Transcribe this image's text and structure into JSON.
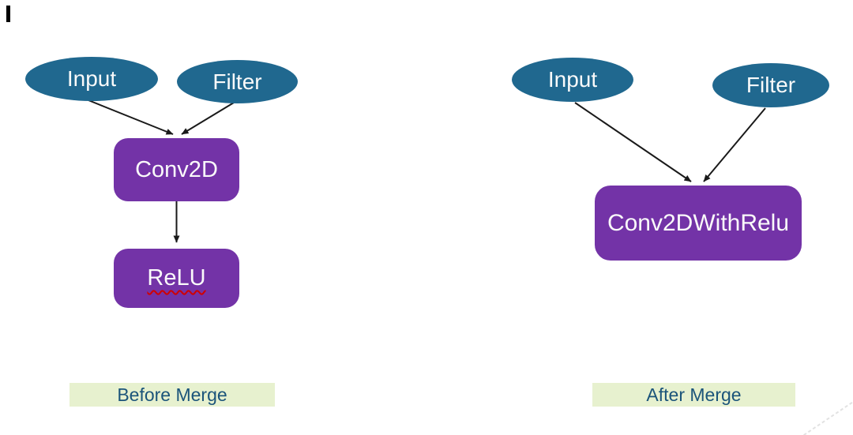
{
  "diagram": {
    "before": {
      "caption": "Before Merge",
      "nodes": {
        "input": "Input",
        "filter": "Filter",
        "conv2d": "Conv2D",
        "relu": "ReLU"
      }
    },
    "after": {
      "caption": "After Merge",
      "nodes": {
        "input": "Input",
        "filter": "Filter",
        "merged": "Conv2DWithRelu"
      }
    },
    "colors": {
      "ellipse_fill": "#20688F",
      "box_fill": "#7333A7",
      "node_text": "#FAFAFA",
      "caption_bg": "#E7F1CF",
      "caption_text": "#1B547A",
      "arrow": "#1A1A1A",
      "spellcheck_underline": "#D00000",
      "corner_line": "#E2E2E2"
    }
  }
}
